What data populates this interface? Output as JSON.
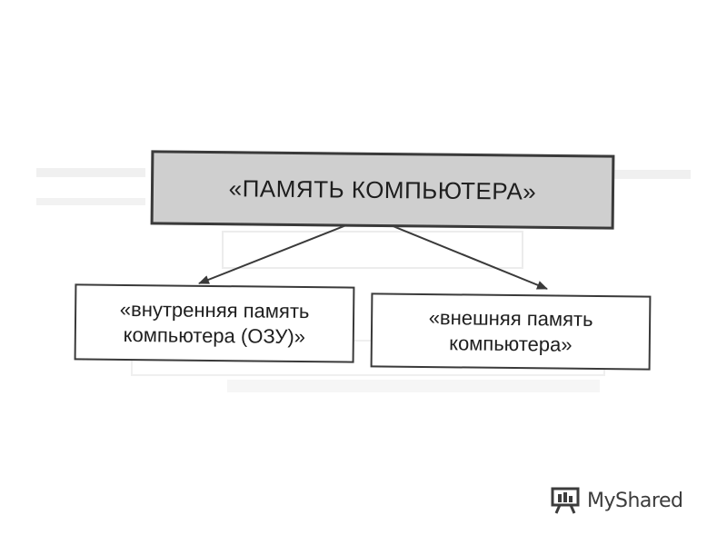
{
  "diagram": {
    "root": {
      "label": "«ПАМЯТЬ КОМПЬЮТЕРА»"
    },
    "children": [
      {
        "label": "«внутренняя память\nкомпьютера (ОЗУ)»"
      },
      {
        "label": "«внешняя память\nкомпьютера»"
      }
    ]
  },
  "watermark": {
    "text": "MyShared",
    "icon": "presentation-board-icon"
  }
}
